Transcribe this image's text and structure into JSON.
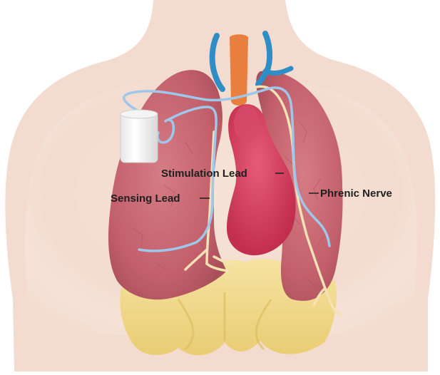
{
  "labels": {
    "stimulation_lead": "Stimulation Lead",
    "sensing_lead": "Sensing Lead",
    "phrenic_nerve": "Phrenic Nerve"
  },
  "colors": {
    "background": "#ffffff",
    "skin": "#f5dfd3",
    "lung": "#c86570",
    "lung_shade": "#a54e58",
    "heart": "#d23a5a",
    "diaphragm": "#f1d98a",
    "trachea": "#e97f3f",
    "vessels": "#2f8ec6",
    "lead_wire": "#9ec7ea",
    "nerve": "#f3e2b5",
    "device": "#ffffff"
  },
  "icons": {
    "device": "implanted-pulse-generator-icon"
  }
}
